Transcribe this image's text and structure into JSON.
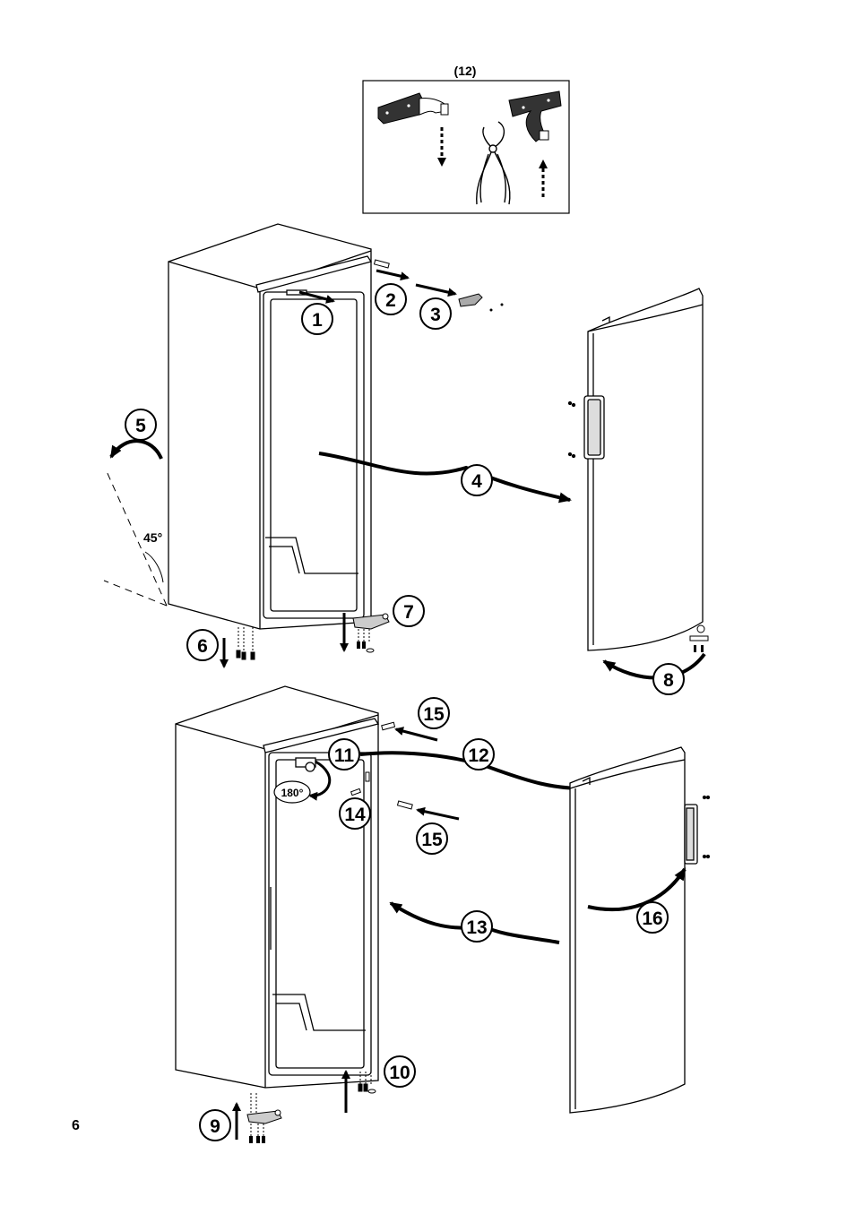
{
  "inset_label": "(12)",
  "page_number": "6",
  "angle_label": "45°",
  "rotation_label": "180°",
  "steps": {
    "s1": "1",
    "s2": "2",
    "s3": "3",
    "s4": "4",
    "s5": "5",
    "s6": "6",
    "s7": "7",
    "s8": "8",
    "s9": "9",
    "s10": "10",
    "s11": "11",
    "s12": "12",
    "s13": "13",
    "s14": "14",
    "s15a": "15",
    "s15b": "15",
    "s16": "16"
  }
}
